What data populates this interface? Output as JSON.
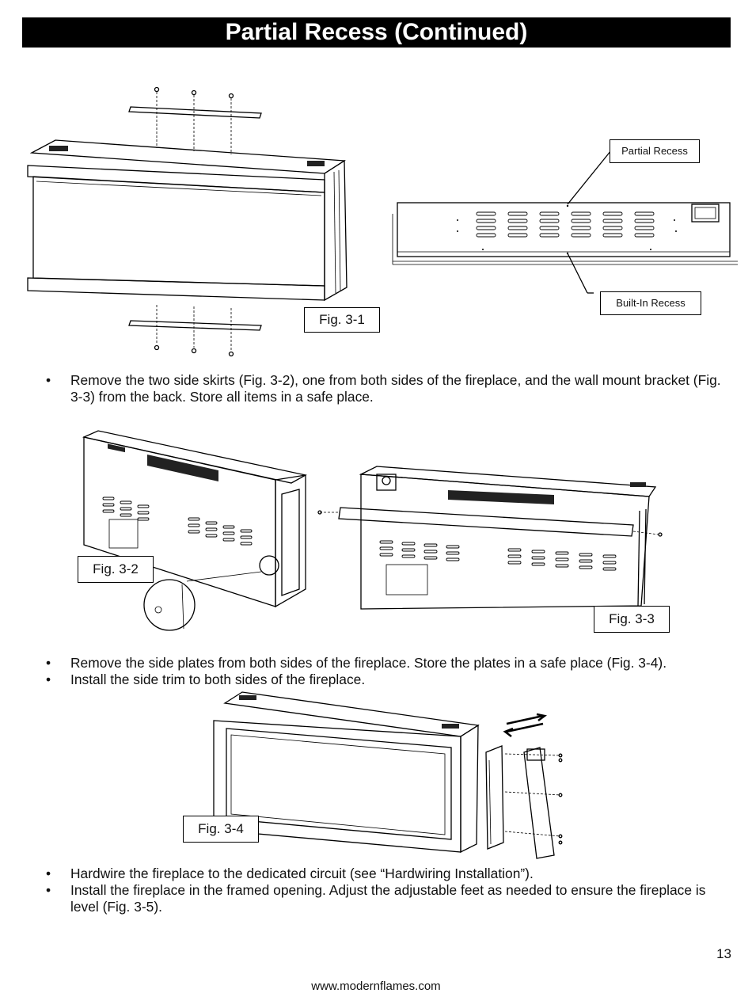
{
  "header": {
    "title": "Partial Recess (Continued)"
  },
  "figures": {
    "fig31": {
      "label": "Fig. 3-1"
    },
    "fig32": {
      "label": "Fig. 3-2"
    },
    "fig33": {
      "label": "Fig. 3-3"
    },
    "fig34": {
      "label": "Fig. 3-4"
    },
    "callouts": {
      "partial": "Partial Recess",
      "builtin": "Built-In Recess"
    }
  },
  "bullets": {
    "group1": [
      "Remove the two side skirts (Fig. 3-2), one from both sides of the fireplace, and the wall mount bracket (Fig. 3-3) from the back. Store all items in a safe place."
    ],
    "group2": [
      "Remove the side plates from both sides of the fireplace. Store the plates in a safe place (Fig. 3-4).",
      "Install the side trim to both sides of the fireplace."
    ],
    "group3": [
      "Hardwire the fireplace to the dedicated circuit (see “Hardwiring Installation”).",
      "Install the fireplace in the framed opening. Adjust the adjustable feet as needed to ensure the fireplace is level (Fig. 3-5)."
    ],
    "symbol": "•"
  },
  "footer": {
    "page_number": "13",
    "url": "www.modernflames.com"
  }
}
